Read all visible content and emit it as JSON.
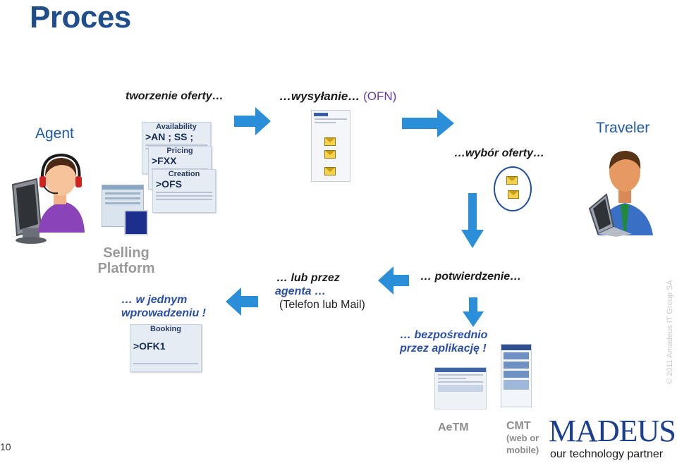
{
  "title": "Proces",
  "page_number": "10",
  "labels": {
    "agent": "Agent",
    "traveler": "Traveler",
    "create_offer": "tworzenie oferty…",
    "sending": "…wysyłanie…",
    "ofn": "(OFN)",
    "choose_offer": "…wybór oferty…",
    "selling_platform_1": "Selling",
    "selling_platform_2": "Platform",
    "single_entry_1": "… w jednym",
    "single_entry_2": "wprowadzeniu !",
    "via_agent_1": "… lub przez",
    "via_agent_2": "agenta …",
    "via_agent_3": "(Telefon lub Mail)",
    "confirmation": "… potwierdzenie…",
    "direct_1": "… bezpośrednio",
    "direct_2": "przez aplikację !",
    "aetm": "AeTM",
    "cmt_1": "CMT",
    "cmt_2": "(web or",
    "cmt_3": "mobile)"
  },
  "cards": {
    "availability_header": "Availability",
    "availability_cmd": ">AN ; SS ;",
    "pricing_header": "Pricing",
    "pricing_cmd": ">FXX",
    "creation_header": "Creation",
    "creation_cmd": ">OFS",
    "booking_header": "Booking",
    "booking_cmd": ">OFK1"
  },
  "logo": {
    "brand": "MADEUS",
    "tagline": "our technology partner"
  },
  "watermark": "© 2011 Amadeus IT Group SA",
  "colors": {
    "title": "#1f4e8c",
    "arrow": "#2a8fd8",
    "logo": "#1a3f8f"
  }
}
